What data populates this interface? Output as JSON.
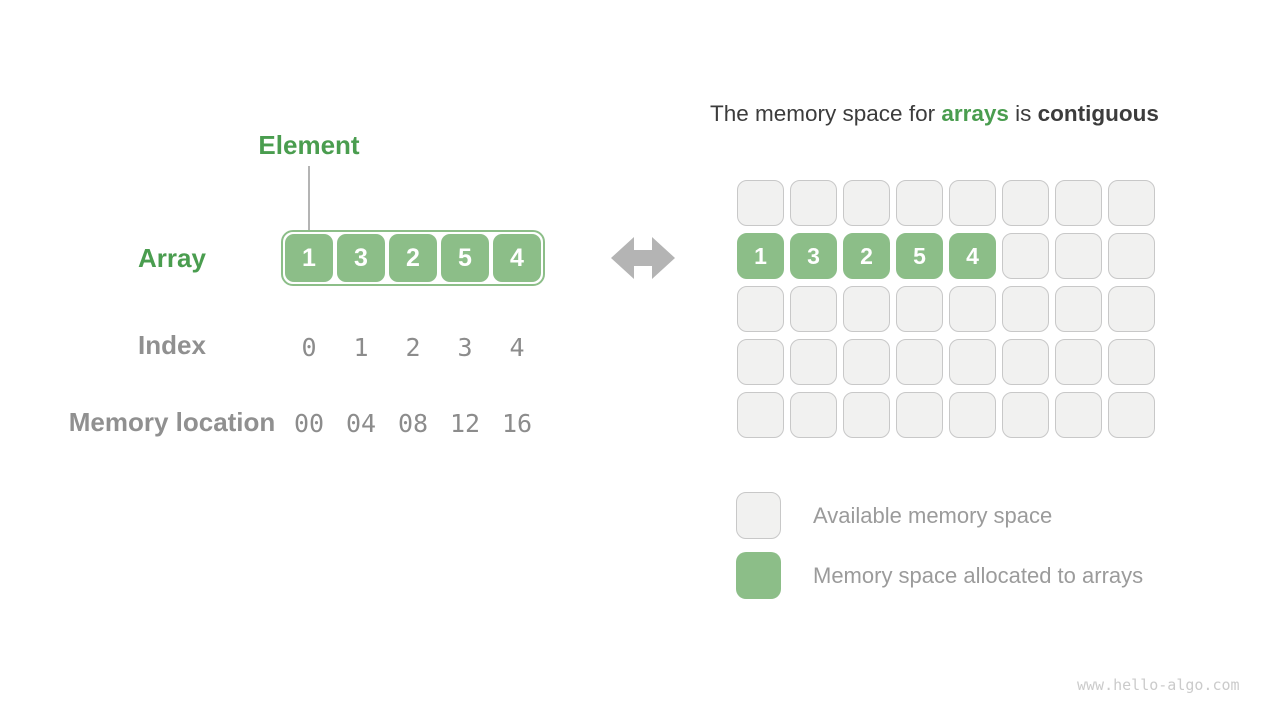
{
  "colors": {
    "green": "#8CBE88",
    "green_text": "#4A9D4F",
    "gray_label": "#909090",
    "mono_text": "#8C8C8C",
    "dark_text": "#3C3C3C",
    "cell_bg": "#F1F1F0",
    "cell_border": "#C8C8C8",
    "arrow": "#B4B4B4",
    "legend_text": "#9B9B9B",
    "watermark": "#CBCBCB"
  },
  "left": {
    "element_label": "Element",
    "array_label": "Array",
    "index_label": "Index",
    "memory_label": "Memory location",
    "array_values": [
      "1",
      "3",
      "2",
      "5",
      "4"
    ],
    "index_values": [
      "0",
      "1",
      "2",
      "3",
      "4"
    ],
    "memory_values": [
      "00",
      "04",
      "08",
      "12",
      "16"
    ]
  },
  "center": {
    "arrow_icon": "left-right-arrow-icon"
  },
  "right": {
    "title": {
      "prefix": "The memory space for ",
      "highlight": "arrays",
      "middle": " is ",
      "emphasis": "contiguous"
    },
    "grid": {
      "rows": 5,
      "cols": 8,
      "array_row": 1,
      "array_values": [
        "1",
        "3",
        "2",
        "5",
        "4"
      ]
    },
    "legend": [
      {
        "type": "available",
        "label": "Available memory space"
      },
      {
        "type": "allocated",
        "label": "Memory space allocated to arrays"
      }
    ]
  },
  "footer": {
    "watermark": "www.hello-algo.com"
  }
}
